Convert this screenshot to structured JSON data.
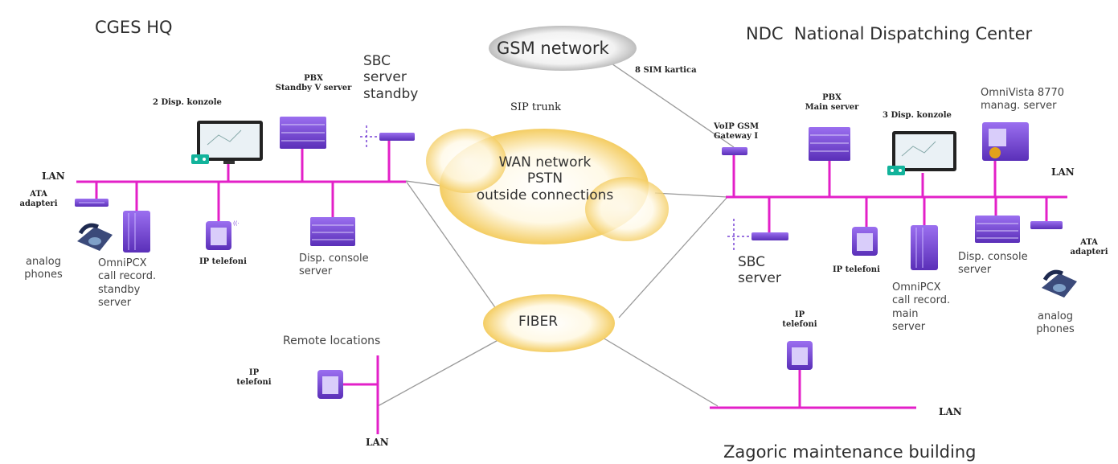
{
  "sites": {
    "hq": "CGES HQ",
    "ndc": "NDC  National Dispatching Center",
    "zagoric": "Zagoric maintenance building"
  },
  "cloud": {
    "gsm": "GSM network",
    "wan": "WAN network\nPSTN\noutside connections",
    "fiber": "FIBER"
  },
  "labels": {
    "sim": "8 SIM kartica",
    "sip_trunk": "SIP trunk",
    "remote_locations": "Remote locations",
    "hq_disp_consoles": "2 Disp. konzole",
    "hq_pbx": "PBX\nStandby V server",
    "hq_sbc": "SBC\nserver\nstandby",
    "hq_lan": "LAN",
    "hq_ata": "ATA\nadapteri",
    "hq_analog": "analog\nphones",
    "hq_omnipcx": "OmniPCX\ncall record.\nstandby\nserver",
    "hq_ip_phones": "IP telefoni",
    "hq_disp_server": "Disp. console\nserver",
    "ndc_voip": "VoIP GSM\nGateway I",
    "ndc_pbx": "PBX\nMain server",
    "ndc_disp_consoles": "3 Disp. konzole",
    "ndc_omnivista": "OmniVista 8770\nmanag. server",
    "ndc_lan": "LAN",
    "ndc_sbc": "SBC\nserver",
    "ndc_ip_phones": "IP telefoni",
    "ndc_omnipcx": "OmniPCX\ncall record.\nmain\nserver",
    "ndc_disp_server": "Disp. console\nserver",
    "ndc_ata": "ATA\nadapteri",
    "ndc_analog": "analog\nphones",
    "remote_ip": "IP\ntelefoni",
    "remote_lan": "LAN",
    "zag_ip": "IP\ntelefoni",
    "zag_lan": "LAN"
  },
  "colors": {
    "lan": "#e320c8",
    "device": "#7a45d6",
    "cloud": "#f4cd63",
    "link": "#8c8c8c"
  }
}
